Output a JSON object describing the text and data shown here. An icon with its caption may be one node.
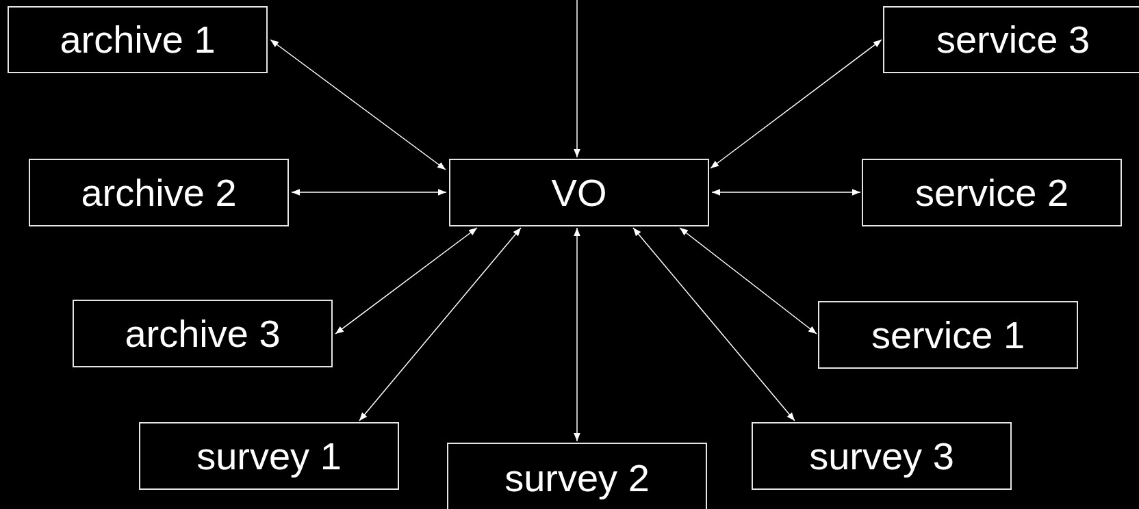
{
  "diagram": {
    "nodes": [
      {
        "text": [
          "archive 1"
        ]
      },
      {
        "text": [
          "service 3"
        ]
      },
      {
        "text": [
          "archive 2"
        ]
      },
      {
        "text": [
          "VO"
        ]
      },
      {
        "text": [
          "service 2"
        ]
      },
      {
        "text": [
          "archive 3"
        ]
      },
      {
        "text": [
          "service 1"
        ]
      },
      {
        "text": [
          "survey 1"
        ]
      },
      {
        "text": [
          "survey 2"
        ]
      },
      {
        "text": [
          "survey 3"
        ]
      }
    ],
    "edges": [
      {
        "from": null,
        "to": 3,
        "arrow": "to"
      },
      {
        "from": 0,
        "to": 3,
        "arrow": "both"
      },
      {
        "from": 1,
        "to": 3,
        "arrow": "both"
      },
      {
        "from": 2,
        "to": 3,
        "arrow": "both"
      },
      {
        "from": 4,
        "to": 3,
        "arrow": "both"
      },
      {
        "from": 5,
        "to": 3,
        "arrow": "both"
      },
      {
        "from": 6,
        "to": 3,
        "arrow": "both"
      },
      {
        "from": 7,
        "to": 3,
        "arrow": "both"
      },
      {
        "from": 8,
        "to": 3,
        "arrow": "both"
      },
      {
        "from": 9,
        "to": 3,
        "arrow": "both"
      }
    ]
  }
}
